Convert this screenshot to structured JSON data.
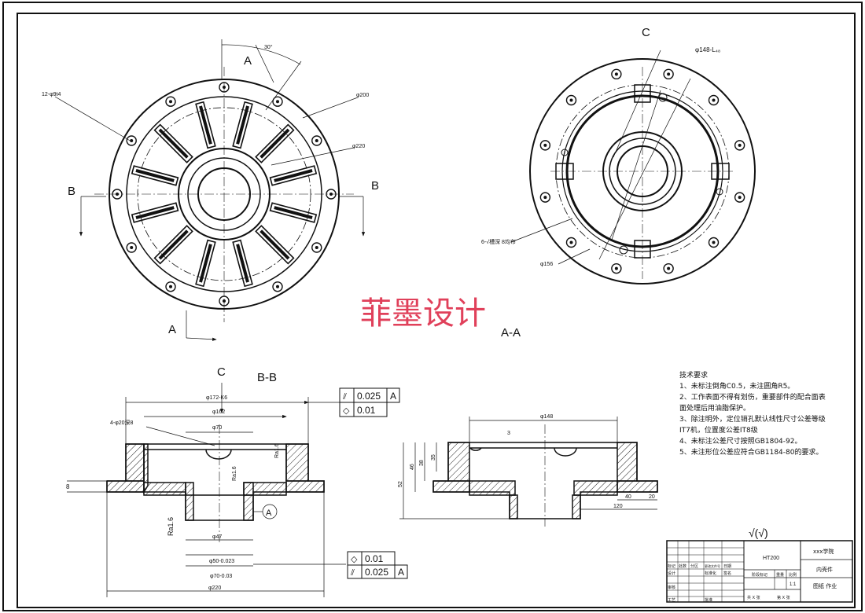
{
  "watermark": "菲墨设计",
  "views": {
    "section_aa": "A-A",
    "section_bb": "B-B",
    "view_c": "C",
    "letter_a": "A",
    "letter_b": "B",
    "letter_c": "C",
    "datum_a": "A"
  },
  "dims_top": {
    "angle": "30°",
    "holes": "12-φ9t4",
    "d200": "φ200",
    "d220": "φ220"
  },
  "dims_c": {
    "d148": "φ148-L₄₈",
    "holes6": "6-√槽深 8均布",
    "d156": "φ156"
  },
  "dims_bb": {
    "d172": "φ172-K6",
    "d162": "φ162",
    "holes4": "4-φ20深8",
    "d70": "φ70",
    "ra_top": "Ra1.6",
    "ra_mid": "Ra1.6",
    "ra_left": "Ra1.6",
    "h8": "8",
    "d47": "φ47",
    "d50": "φ50-0.023",
    "d70b": "φ70-0.03",
    "d220": "φ220"
  },
  "dims_aa": {
    "d148": "φ148",
    "v3": "3",
    "h52": "52",
    "h46": "46",
    "h38": "38",
    "h35": "35",
    "w40": "40",
    "w20": "20",
    "w120": "120"
  },
  "tol_top": {
    "sym1": "⫽",
    "val1": "0.025",
    "ref1": "A",
    "sym2": "◇",
    "val2": "0.01"
  },
  "tol_bottom": {
    "sym1": "◇",
    "val1": "0.01",
    "sym2": "⫽",
    "val2": "0.025",
    "ref2": "A"
  },
  "tech": {
    "title": "技术要求",
    "lines": [
      "1、未标注倒角C0.5，未注圆角R5。",
      "2、工作表面不得有划伤，重要部件的配合面表",
      "   面处理后用油脂保护。",
      "3、除注明外，定位销孔默认线性尺寸公差等级",
      "   IT7机，位置度公差IT8级",
      "4、未标注公差尺寸按照GB1804-92。",
      "5、未注形位公差应符合GB1184-80的要求。"
    ]
  },
  "roughness": "√(√)",
  "title_block": {
    "material": "HT200",
    "company": "xxx学院",
    "part": "内壳件",
    "drawing_no": "图纸 作业",
    "scale": "1:1",
    "stage": "阶段标记",
    "weight": "重量",
    "ratio": "比例",
    "sheet_total": "共 X 张",
    "sheet_no": "第 X 张",
    "design": "设计",
    "check": "审核",
    "process": "工艺",
    "std": "标准化",
    "approve": "批准",
    "date": "日期",
    "sign": "签名",
    "mark": "标记",
    "count": "处数",
    "zone": "分区",
    "change": "更改文件号"
  }
}
